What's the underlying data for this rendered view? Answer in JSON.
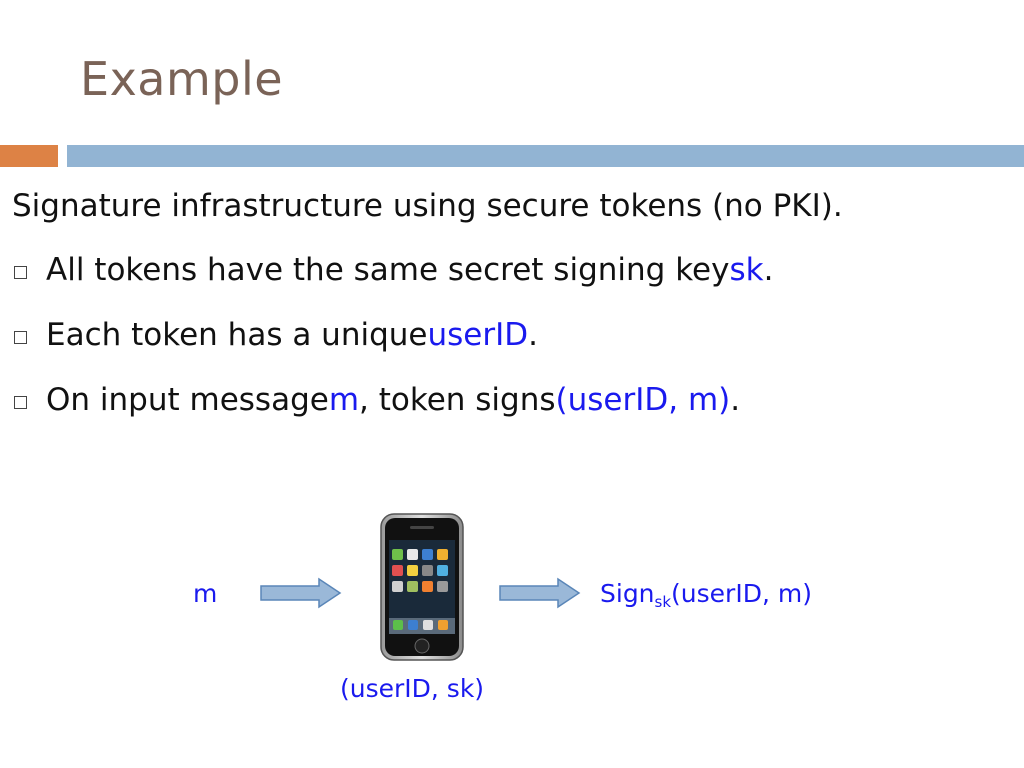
{
  "slide": {
    "title": "Example",
    "lead": "Signature infrastructure using secure tokens (no PKI).",
    "bullets": [
      {
        "pre": "All tokens have the same secret signing key ",
        "hl": "sk",
        "post": "."
      },
      {
        "pre": "Each token has a unique ",
        "hl": "userID",
        "post": "."
      },
      {
        "pre": "On input message ",
        "hl1": "m",
        "mid": ", token signs ",
        "hl2": "(userID, m)",
        "post": "."
      }
    ]
  },
  "diagram": {
    "input_label": "m",
    "output_prefix": "Sign",
    "output_sub": "sk",
    "output_suffix": "(userID, m)",
    "token_label": "(userID, sk)"
  },
  "colors": {
    "title": "#7a6357",
    "accent_orange": "#dd8245",
    "accent_blue_bar": "#92b4d3",
    "highlight": "#1a1aee",
    "arrow_fill": "#9ab8d8"
  },
  "icons": [
    "checkbox-bullet-icon",
    "right-arrow-icon",
    "phone-token-icon"
  ]
}
